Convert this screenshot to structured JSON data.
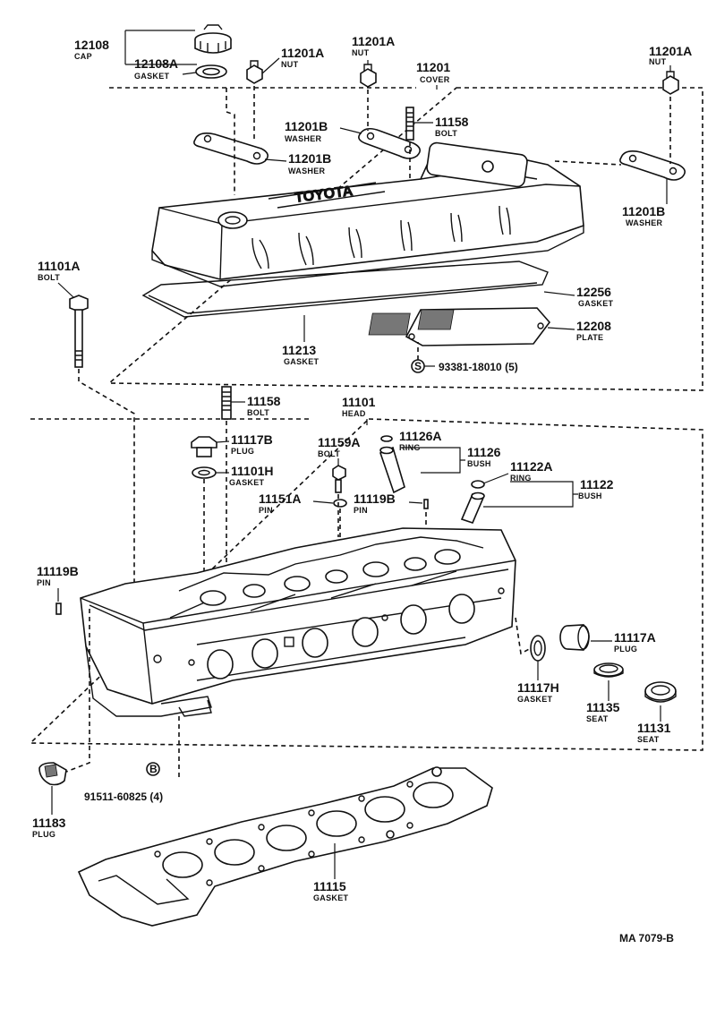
{
  "labels": {
    "cap_12108": {
      "num": "12108",
      "name": "CAP"
    },
    "gasket_12108a": {
      "num": "12108A",
      "name": "GASKET"
    },
    "nut_a": {
      "num": "11201A",
      "name": "NUT"
    },
    "nut_b": {
      "num": "11201A",
      "name": "NUT"
    },
    "nut_c": {
      "num": "11201A",
      "name": "NUT"
    },
    "cover": {
      "num": "11201",
      "name": "COVER"
    },
    "washer_a": {
      "num": "11201B",
      "name": "WASHER"
    },
    "washer_b": {
      "num": "11201B",
      "name": "WASHER"
    },
    "washer_c": {
      "num": "11201B",
      "name": "WASHER"
    },
    "bolt_11158_top": {
      "num": "11158",
      "name": "BOLT"
    },
    "bolt_11101a": {
      "num": "11101A",
      "name": "BOLT"
    },
    "gasket_12256": {
      "num": "12256",
      "name": "GASKET"
    },
    "plate_12208": {
      "num": "12208",
      "name": "PLATE"
    },
    "gasket_11213": {
      "num": "11213",
      "name": "GASKET"
    },
    "screw_ref": {
      "num": "93381-18010 (5)",
      "symbol": "S"
    },
    "bolt_11158_mid": {
      "num": "11158",
      "name": "BOLT"
    },
    "head": {
      "num": "11101",
      "name": "HEAD"
    },
    "plug_11117b": {
      "num": "11117B",
      "name": "PLUG"
    },
    "bolt_11159a": {
      "num": "11159A",
      "name": "BOLT"
    },
    "ring_11126a": {
      "num": "11126A",
      "name": "RING"
    },
    "bush_11126": {
      "num": "11126",
      "name": "BUSH"
    },
    "gasket_11101h": {
      "num": "11101H",
      "name": "GASKET"
    },
    "ring_11122a": {
      "num": "11122A",
      "name": "RING"
    },
    "bush_11122": {
      "num": "11122",
      "name": "BUSH"
    },
    "pin_11151a": {
      "num": "11151A",
      "name": "PIN"
    },
    "pin_11119b_mid": {
      "num": "11119B",
      "name": "PIN"
    },
    "pin_11119b_left": {
      "num": "11119B",
      "name": "PIN"
    },
    "plug_11117a": {
      "num": "11117A",
      "name": "PLUG"
    },
    "gasket_11117h": {
      "num": "11117H",
      "name": "GASKET"
    },
    "seat_11135": {
      "num": "11135",
      "name": "SEAT"
    },
    "seat_11131": {
      "num": "11131",
      "name": "SEAT"
    },
    "plug_11183": {
      "num": "11183",
      "name": "PLUG"
    },
    "bolt_ref": {
      "num": "91511-60825 (4)",
      "symbol": "B"
    },
    "gasket_11115": {
      "num": "11115",
      "name": "GASKET"
    }
  },
  "figure_code": "MA 7079-B"
}
